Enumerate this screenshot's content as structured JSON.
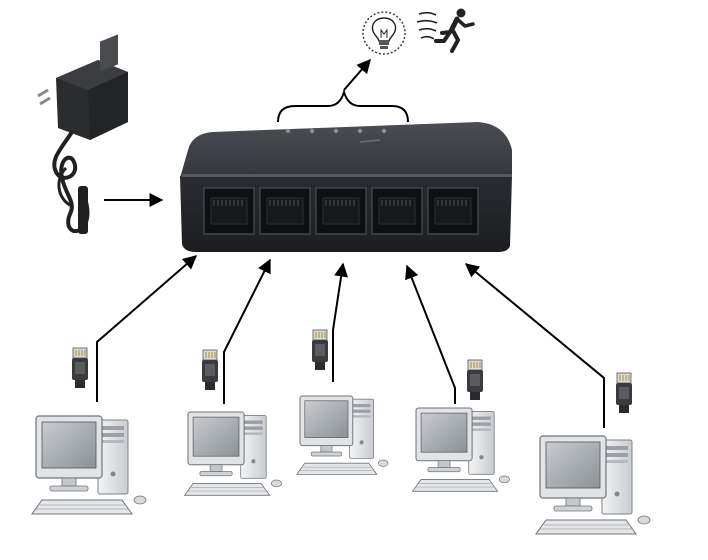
{
  "diagram": {
    "type": "network-topology",
    "hub": {
      "device": "network-switch",
      "color": "#2f3136",
      "port_count": 5,
      "led_count": 5
    },
    "power": {
      "device": "ac-power-adapter",
      "color": "#2b2c2e"
    },
    "status_indicators": [
      "light-bulb-icon",
      "running-person-icon"
    ],
    "clients": {
      "device": "desktop-computer",
      "count": 5,
      "connector": "rj45-plug",
      "monitor_color": "#dcdfe2",
      "screen_color": "#aeb3b8"
    },
    "connections": [
      {
        "from": "power-adapter",
        "to": "network-switch"
      },
      {
        "from": "computer-1",
        "to": "network-switch"
      },
      {
        "from": "computer-2",
        "to": "network-switch"
      },
      {
        "from": "computer-3",
        "to": "network-switch"
      },
      {
        "from": "computer-4",
        "to": "network-switch"
      },
      {
        "from": "computer-5",
        "to": "network-switch"
      },
      {
        "from": "network-switch",
        "to": "status-indicators"
      }
    ],
    "arrow_color": "#000000"
  }
}
